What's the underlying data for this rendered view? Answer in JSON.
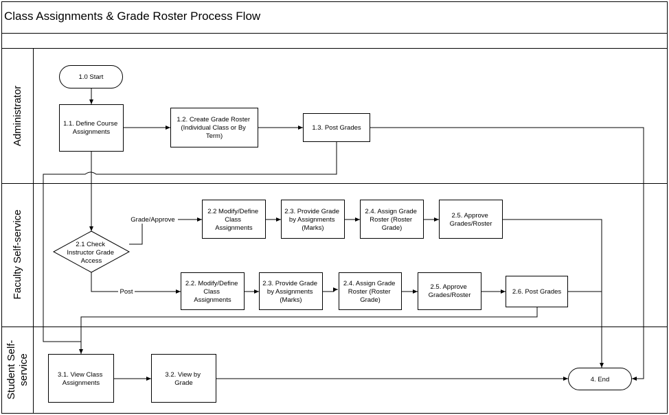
{
  "title": "Class Assignments & Grade Roster Process Flow",
  "lanes": [
    {
      "id": "admin",
      "label": "Administrator"
    },
    {
      "id": "faculty",
      "label": "Faculty Self-service"
    },
    {
      "id": "student",
      "label_lines": [
        "Student Self-",
        "service"
      ]
    }
  ],
  "nodes": {
    "start": {
      "lines": [
        "1.0 Start"
      ]
    },
    "n1_1": {
      "lines": [
        "1.1. Define Course",
        "Assignments"
      ]
    },
    "n1_2": {
      "lines": [
        "1.2. Create Grade Roster",
        "(Individual Class or By",
        "Term)"
      ]
    },
    "n1_3": {
      "lines": [
        "1.3. Post Grades"
      ]
    },
    "d2_1": {
      "lines": [
        "2.1 Check",
        "Instructor Grade",
        "Access"
      ]
    },
    "a2_2": {
      "lines": [
        "2.2 Modify/Define",
        "Class",
        "Assignments"
      ]
    },
    "a2_3": {
      "lines": [
        "2.3. Provide Grade",
        "by Assignments",
        "(Marks)"
      ]
    },
    "a2_4": {
      "lines": [
        "2.4. Assign Grade",
        "Roster (Roster",
        "Grade)"
      ]
    },
    "a2_5": {
      "lines": [
        "2.5. Approve",
        "Grades/Roster"
      ]
    },
    "b2_2": {
      "lines": [
        "2.2. Modify/Define",
        "Class",
        "Assignments"
      ]
    },
    "b2_3": {
      "lines": [
        "2.3. Provide Grade",
        "by Assignments",
        "(Marks)"
      ]
    },
    "b2_4": {
      "lines": [
        "2.4. Assign Grade",
        "Roster (Roster",
        "Grade)"
      ]
    },
    "b2_5": {
      "lines": [
        "2.5. Approve",
        "Grades/Roster"
      ]
    },
    "b2_6": {
      "lines": [
        "2.6. Post Grades"
      ]
    },
    "n3_1": {
      "lines": [
        "3.1. View Class",
        "Assignments"
      ]
    },
    "n3_2": {
      "lines": [
        "3.2. View by",
        "Grade"
      ]
    },
    "end": {
      "lines": [
        "4. End"
      ]
    }
  },
  "edge_labels": {
    "grade_approve": "Grade/Approve",
    "post": "Post"
  }
}
